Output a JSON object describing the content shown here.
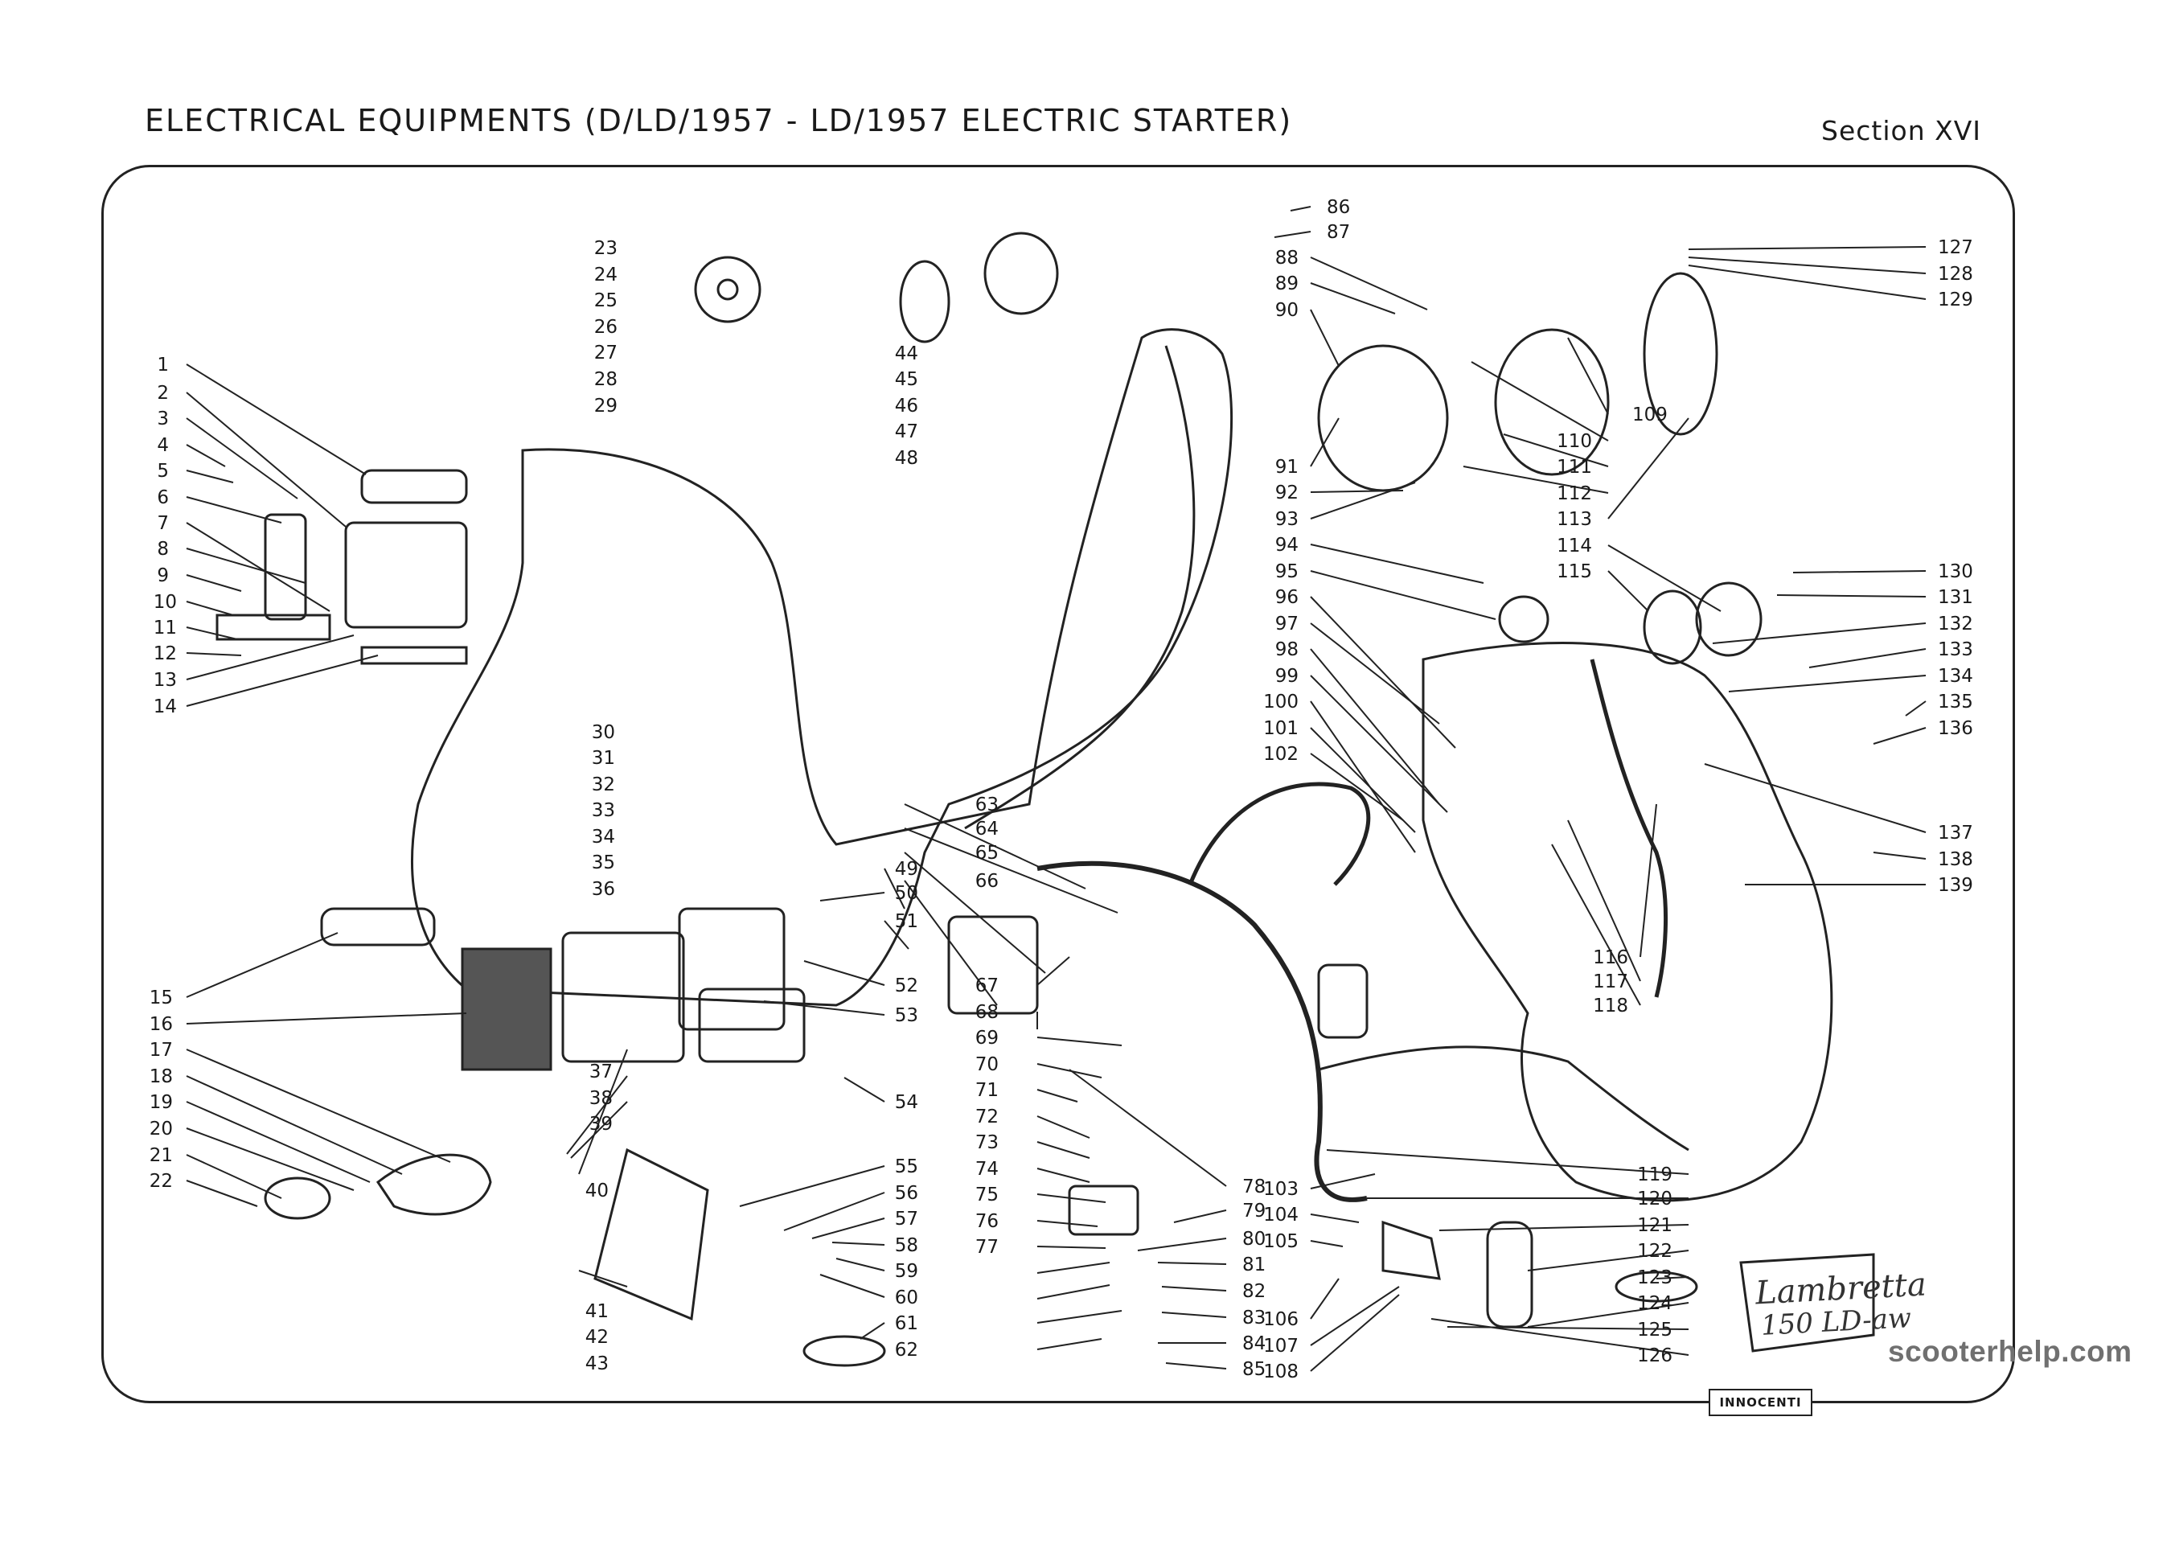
{
  "header": {
    "title": "ELECTRICAL EQUIPMENTS (D/LD/1957 - LD/1957 ELECTRIC STARTER)",
    "section": "Section XVI"
  },
  "callouts": [
    "1",
    "2",
    "3",
    "4",
    "5",
    "6",
    "7",
    "8",
    "9",
    "10",
    "11",
    "12",
    "13",
    "14",
    "15",
    "16",
    "17",
    "18",
    "19",
    "20",
    "21",
    "22",
    "23",
    "24",
    "25",
    "26",
    "27",
    "28",
    "29",
    "30",
    "31",
    "32",
    "33",
    "34",
    "35",
    "36",
    "37",
    "38",
    "39",
    "40",
    "41",
    "42",
    "43",
    "44",
    "45",
    "46",
    "47",
    "48",
    "49",
    "50",
    "51",
    "52",
    "53",
    "54",
    "55",
    "56",
    "57",
    "58",
    "59",
    "60",
    "61",
    "62",
    "63",
    "64",
    "65",
    "66",
    "67",
    "68",
    "69",
    "70",
    "71",
    "72",
    "73",
    "74",
    "75",
    "76",
    "77",
    "78",
    "79",
    "80",
    "81",
    "82",
    "83",
    "84",
    "85",
    "86",
    "87",
    "88",
    "89",
    "90",
    "91",
    "92",
    "93",
    "94",
    "95",
    "96",
    "97",
    "98",
    "99",
    "100",
    "101",
    "102",
    "103",
    "104",
    "105",
    "106",
    "107",
    "108",
    "109",
    "110",
    "111",
    "112",
    "113",
    "114",
    "115",
    "116",
    "117",
    "118",
    "119",
    "120",
    "121",
    "122",
    "123",
    "124",
    "125",
    "126",
    "127",
    "128",
    "129",
    "130",
    "131",
    "132",
    "133",
    "134",
    "135",
    "136",
    "137",
    "138",
    "139"
  ],
  "badge": {
    "line1": "Lambretta",
    "line2": "150 LD-aw"
  },
  "footer": {
    "brand": "INNOCENTI",
    "watermark": "scooterhelp.com"
  }
}
